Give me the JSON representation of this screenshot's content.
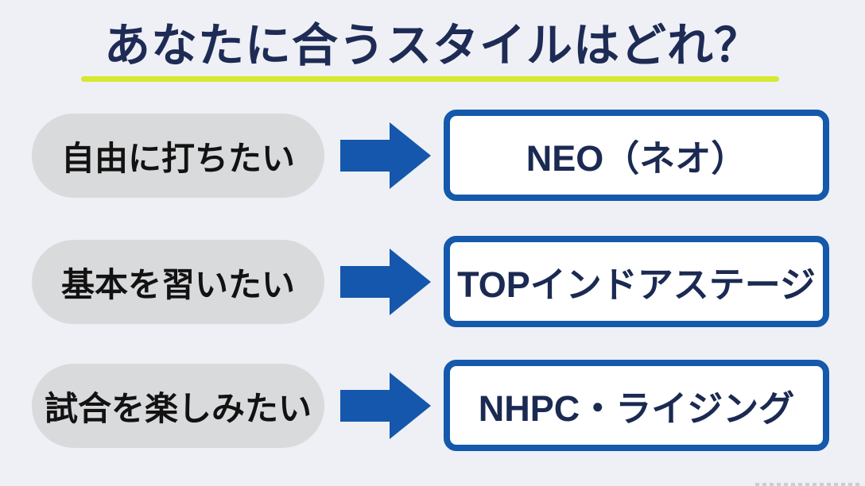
{
  "page": {
    "title": "あなたに合うスタイルはどれ？"
  },
  "colors": {
    "background": "#eef0f5",
    "title_text": "#1d2b55",
    "underline": "#d5e930",
    "pill_background": "#d9dadb",
    "pill_text": "#121212",
    "arrow_blue": "#1557ac",
    "box_border": "#1459ab",
    "box_background": "#ffffff",
    "box_text": "#1b2a52"
  },
  "rows": [
    {
      "need": "自由に打ちたい",
      "style": "NEO（ネオ）"
    },
    {
      "need": "基本を習いたい",
      "style": "TOPインドアステージ"
    },
    {
      "need": "試合を楽しみたい",
      "style": "NHPC・ライジング"
    }
  ],
  "icons": {
    "arrow": "arrow-right-icon"
  }
}
